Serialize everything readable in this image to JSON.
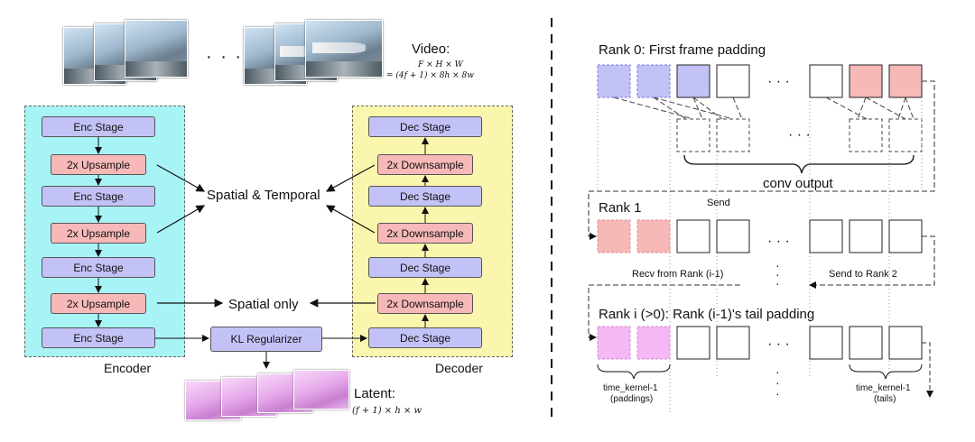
{
  "video": {
    "title": "Video:",
    "dims_line1": "F × H × W",
    "dims_line2": "= (4f + 1) × 8h × 8w",
    "ellipsis": "· · ·"
  },
  "encoder": {
    "label": "Encoder",
    "blocks": [
      "Enc Stage",
      "2x Upsample",
      "Enc Stage",
      "2x Upsample",
      "Enc Stage",
      "2x Upsample",
      "Enc Stage"
    ]
  },
  "decoder": {
    "label": "Decoder",
    "blocks": [
      "Dec Stage",
      "2x Downsample",
      "Dec Stage",
      "2x Downsample",
      "Dec Stage",
      "2x Downsample",
      "Dec Stage"
    ]
  },
  "middle": {
    "spatial_temporal": "Spatial  & Temporal",
    "spatial_only": "Spatial only",
    "kl": "KL Regularizer"
  },
  "latent": {
    "title": "Latent:",
    "dims": "(f + 1) × h × w"
  },
  "right": {
    "rank0": "Rank 0: First frame padding",
    "conv_output": "conv output",
    "send": "Send",
    "rank1": "Rank 1",
    "recv": "Recv from Rank (i-1)",
    "send_to": "Send to Rank 2",
    "ranki": "Rank i (>0): Rank (i-1)'s tail padding",
    "tk_left_1": "time_kernel-1",
    "tk_left_2": "(paddings)",
    "tk_right_1": "time_kernel-1",
    "tk_right_2": "(tails)",
    "dots_h": "· · ·",
    "dots_v": "·"
  },
  "colors": {
    "encoder_panel": "#a8f3f6",
    "decoder_panel": "#fbf6ad",
    "stage_block": "#c3c2f7",
    "sample_block": "#f7b8b8",
    "pad_purple": "#c3c2f7",
    "pad_pink": "#f7b8b8",
    "pad_magenta": "#f4b8f4"
  }
}
